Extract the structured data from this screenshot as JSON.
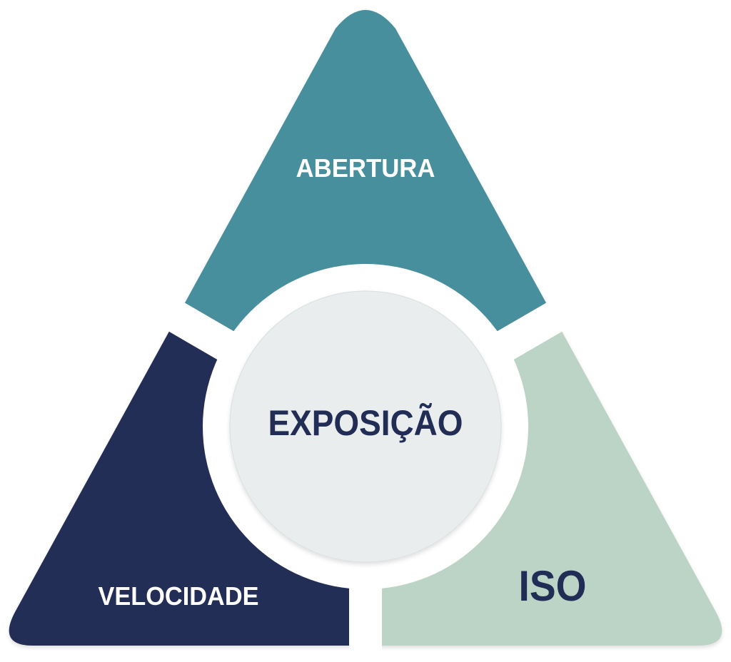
{
  "diagram": {
    "center_label": "EXPOSIÇÃO",
    "segments": [
      {
        "label": "ABERTURA",
        "color": "#478f9c",
        "text_color": "#ffffff"
      },
      {
        "label": "VELOCIDADE",
        "color": "#212d54",
        "text_color": "#ffffff"
      },
      {
        "label": "ISO",
        "color": "#bcd4c5",
        "text_color": "#212d54"
      }
    ],
    "center_color": "#e9edee",
    "center_text_color": "#212d54"
  }
}
